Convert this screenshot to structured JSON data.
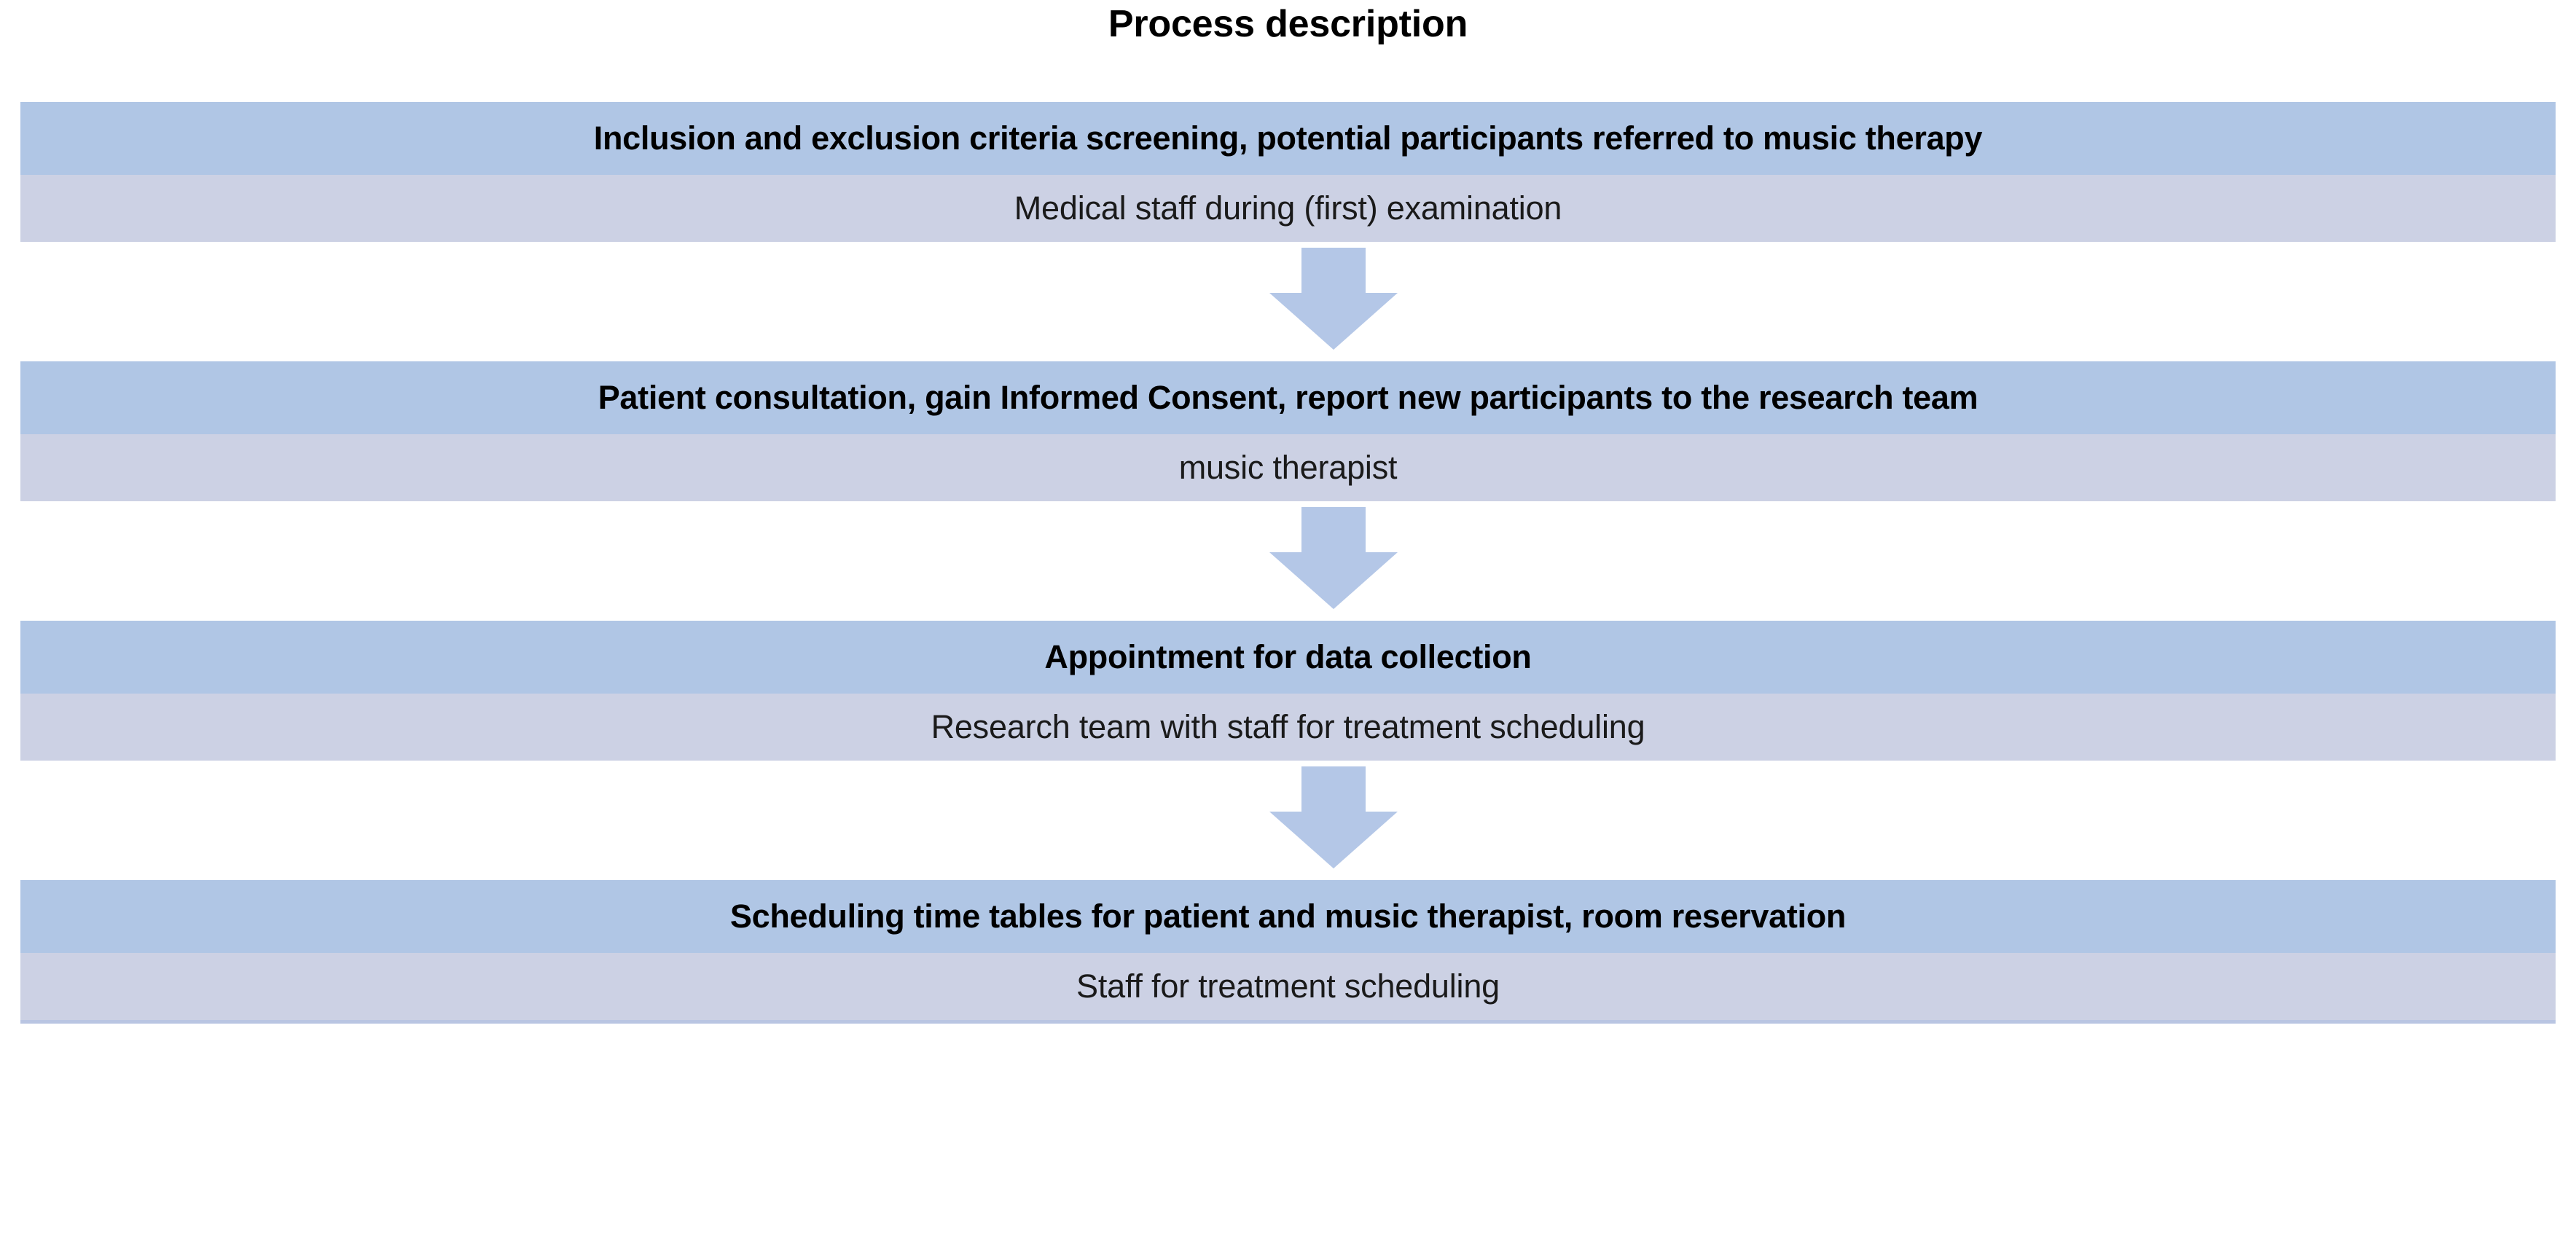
{
  "title": "Process description",
  "colors": {
    "header_band": "#b0c6e5",
    "actor_band": "#ccd1e4",
    "arrow": "#b4c7e7",
    "text": "#000000",
    "background": "#ffffff"
  },
  "steps": [
    {
      "header": "Inclusion and exclusion criteria screening, potential participants referred to music therapy",
      "actor": "Medical staff during (first) examination"
    },
    {
      "header": "Patient consultation, gain Informed Consent, report new participants to the research team",
      "actor": "music therapist"
    },
    {
      "header": "Appointment for data collection",
      "actor": "Research team with staff for treatment scheduling"
    },
    {
      "header": "Scheduling time tables for patient and music therapist, room reservation",
      "actor": "Staff for treatment scheduling"
    }
  ],
  "connectors": [
    {
      "icon": "arrow-down-icon",
      "from": 1,
      "to": 2
    },
    {
      "icon": "arrow-down-icon",
      "from": 2,
      "to": 3
    },
    {
      "icon": "arrow-down-icon",
      "from": 3,
      "to": 4
    }
  ]
}
